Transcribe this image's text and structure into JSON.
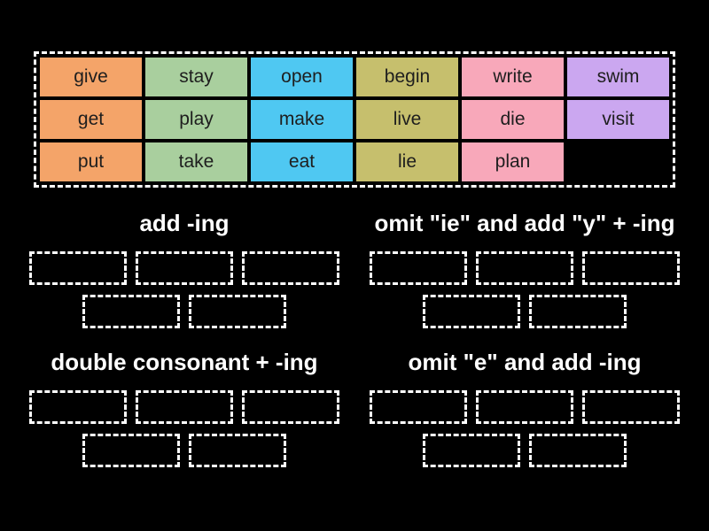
{
  "colors": {
    "background": "#000000",
    "dashed_border": "#ffffff",
    "tile_text": "#1e1e1e",
    "title_text": "#ffffff",
    "orange": "#f4a469",
    "green": "#a9cf9e",
    "blue": "#4fc8f2",
    "olive": "#c6bf6d",
    "pink": "#f8a8ba",
    "purple": "#cba7f0"
  },
  "word_bank": {
    "tiles": [
      {
        "label": "give",
        "color_key": "orange"
      },
      {
        "label": "stay",
        "color_key": "green"
      },
      {
        "label": "open",
        "color_key": "blue"
      },
      {
        "label": "begin",
        "color_key": "olive"
      },
      {
        "label": "write",
        "color_key": "pink"
      },
      {
        "label": "swim",
        "color_key": "purple"
      },
      {
        "label": "get",
        "color_key": "orange"
      },
      {
        "label": "play",
        "color_key": "green"
      },
      {
        "label": "make",
        "color_key": "blue"
      },
      {
        "label": "live",
        "color_key": "olive"
      },
      {
        "label": "die",
        "color_key": "pink"
      },
      {
        "label": "visit",
        "color_key": "purple"
      },
      {
        "label": "put",
        "color_key": "orange"
      },
      {
        "label": "take",
        "color_key": "green"
      },
      {
        "label": "eat",
        "color_key": "blue"
      },
      {
        "label": "lie",
        "color_key": "olive"
      },
      {
        "label": "plan",
        "color_key": "pink"
      }
    ]
  },
  "groups": [
    {
      "title": "add -ing",
      "slots_row1": 3,
      "slots_row2": 2
    },
    {
      "title": "omit \"ie\" and add \"y\" + -ing",
      "slots_row1": 3,
      "slots_row2": 2
    },
    {
      "title": "double consonant + -ing",
      "slots_row1": 3,
      "slots_row2": 2
    },
    {
      "title": "omit \"e\" and add -ing",
      "slots_row1": 3,
      "slots_row2": 2
    }
  ]
}
